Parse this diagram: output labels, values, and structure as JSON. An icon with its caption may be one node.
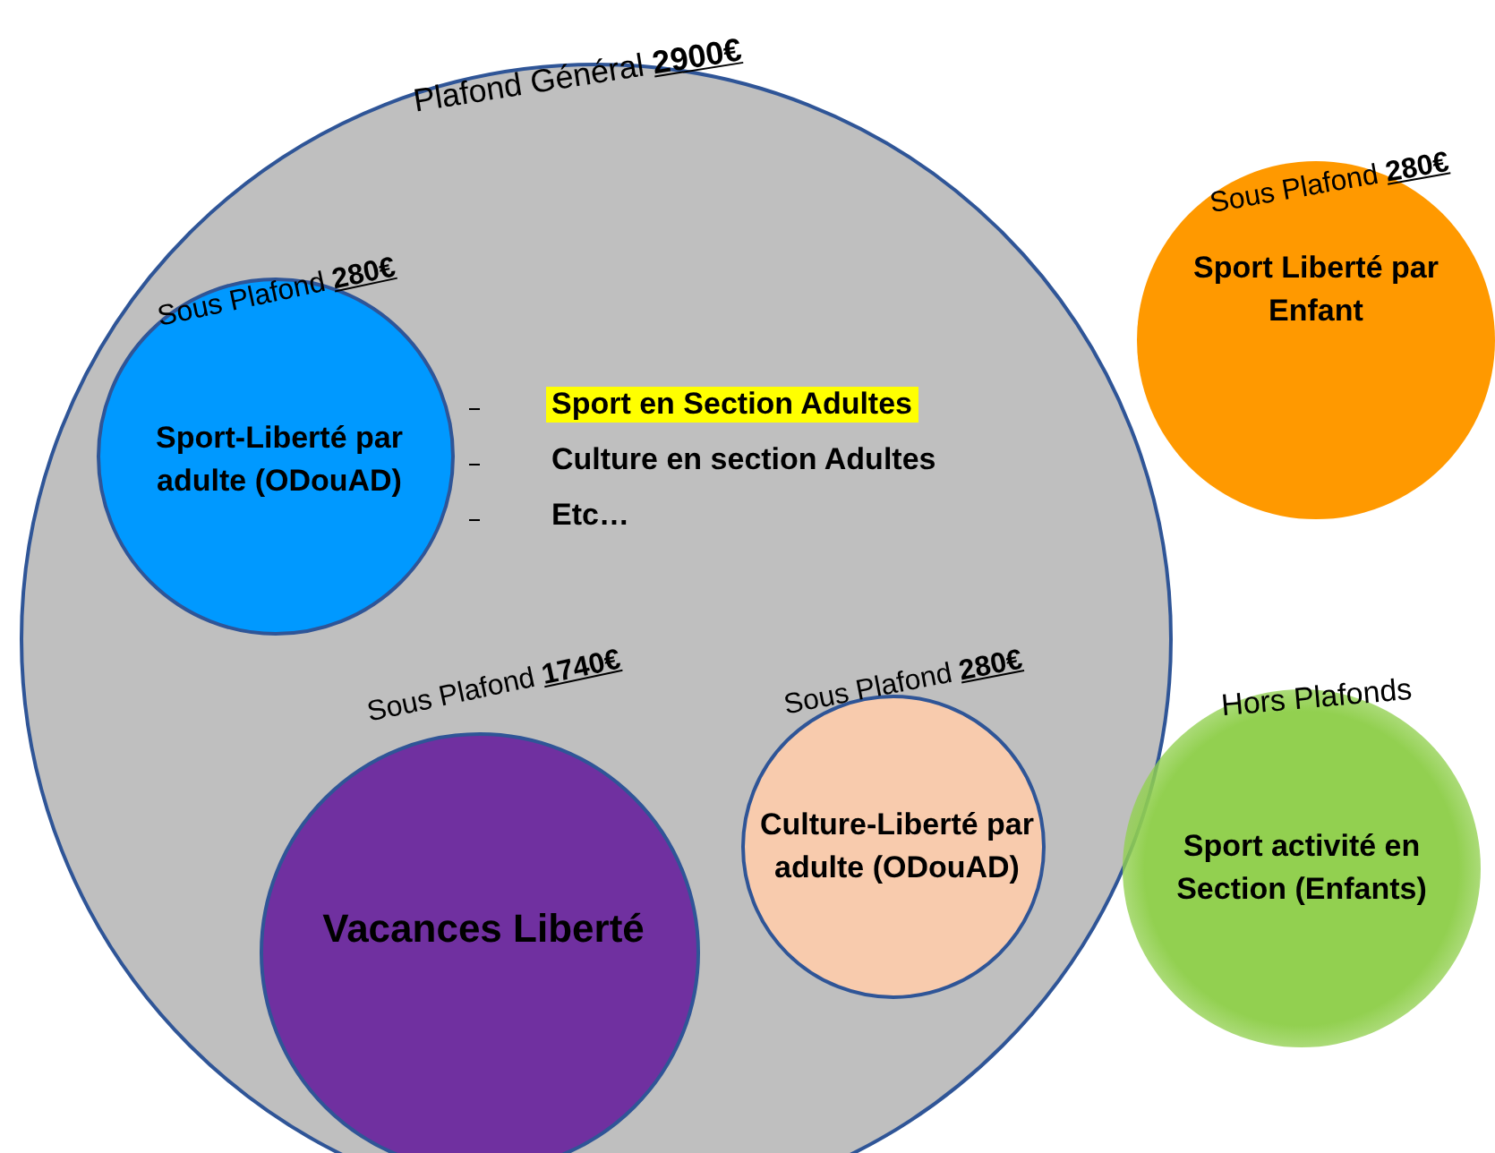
{
  "diagram": {
    "nodes": [
      {
        "text": [
          "Plafond Général **2900€**",
          "Sport en Section Adultes",
          "Culture en section Adultes",
          "Etc…"
        ]
      },
      {
        "text": [
          "Sous Plafond **280€**",
          "Sport-Liberté par adulte (ODouAD)"
        ],
        "in": 0
      },
      {
        "text": [
          "Sous Plafond **1740€**",
          "Vacances Liberté"
        ],
        "in": 0
      },
      {
        "text": [
          "Sous Plafond **280€**",
          "Culture-Liberté par adulte (ODouAD)"
        ],
        "in": 0
      },
      {
        "text": [
          "Sous Plafond **280€**",
          "Sport Liberté par Enfant"
        ]
      },
      {
        "text": [
          "Hors Plafonds",
          "Sport activité en Section (Enfants)"
        ]
      }
    ]
  }
}
